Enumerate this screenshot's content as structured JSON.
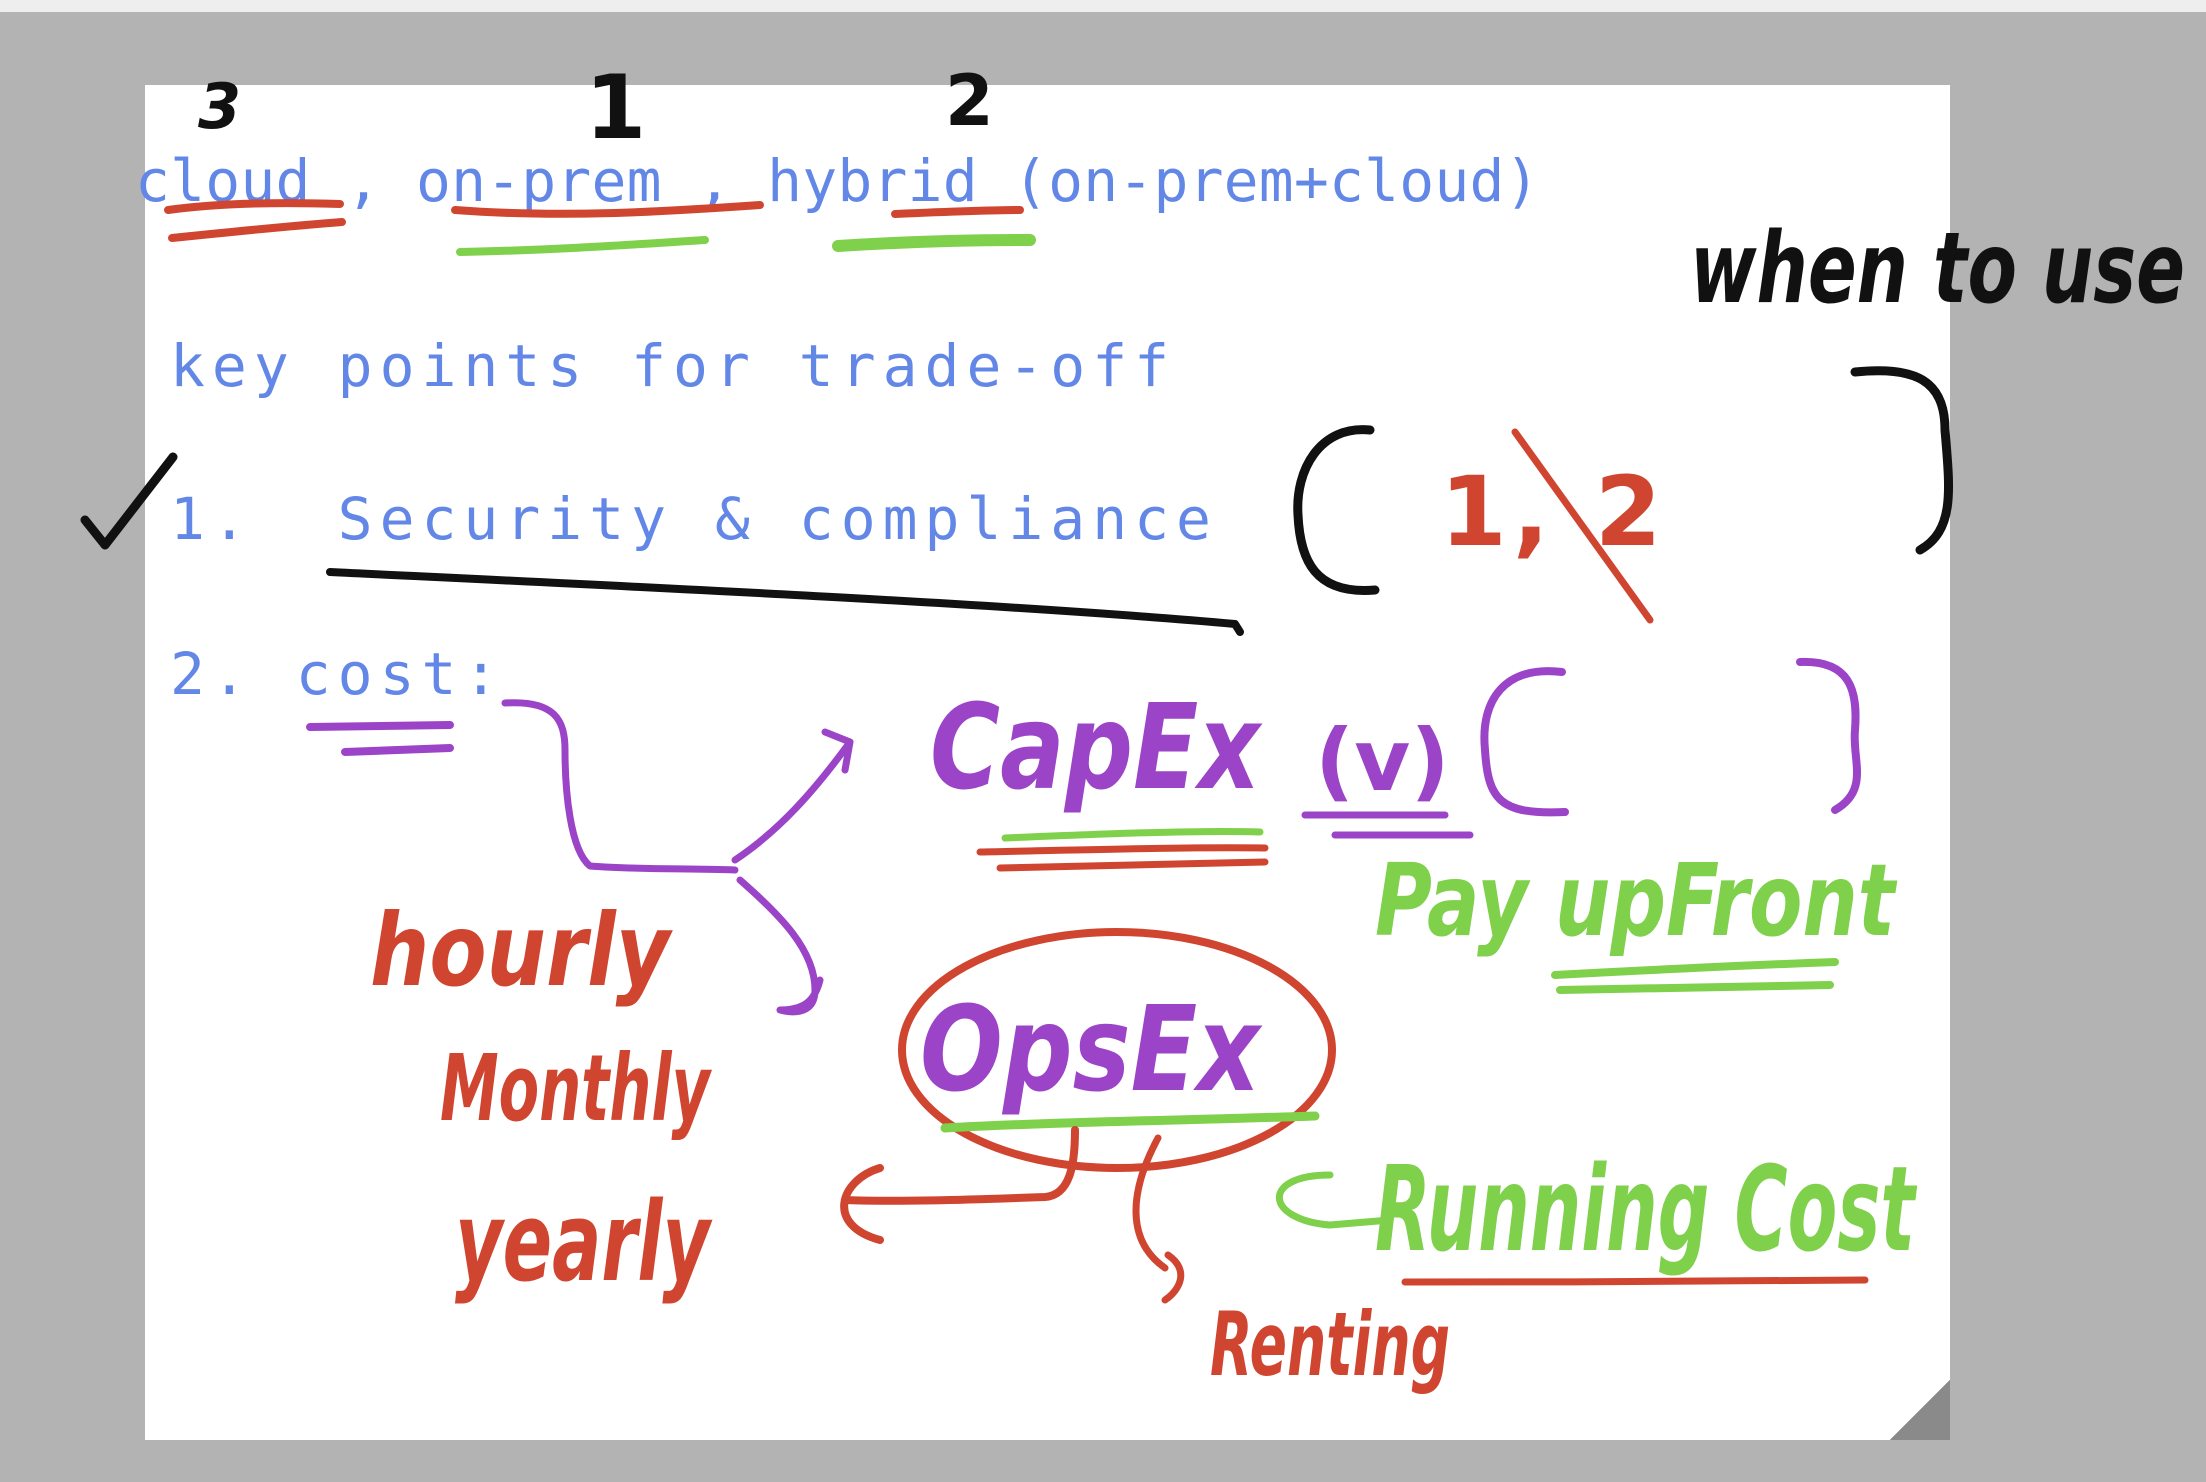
{
  "note": {
    "typed_lines": {
      "line1": "cloud , on-prem , hybrid (on-prem+cloud)",
      "line2": "key points for trade-off",
      "line3": "1.  Security & compliance",
      "line4": "2. cost:"
    },
    "handwriting": {
      "rank_cloud": "3",
      "rank_onprem": "1",
      "rank_hybrid": "2",
      "when_to_use": "when to use",
      "choice": "1, 2",
      "capex": "CapEx",
      "capex_mark": "(v)",
      "pay_upfront": "Pay upFront",
      "opsex": "OpsEx",
      "hourly": "hourly",
      "monthly": "Monthly",
      "yearly": "yearly",
      "running_cost": "Running Cost",
      "renting": "Renting"
    }
  },
  "colors": {
    "background": "#b3b3b3",
    "page": "#ffffff",
    "typed_text": "#6287e6",
    "ink_red": "#d0452f",
    "ink_green": "#7fd04b",
    "ink_purple": "#9b44c8",
    "ink_black": "#111111"
  }
}
